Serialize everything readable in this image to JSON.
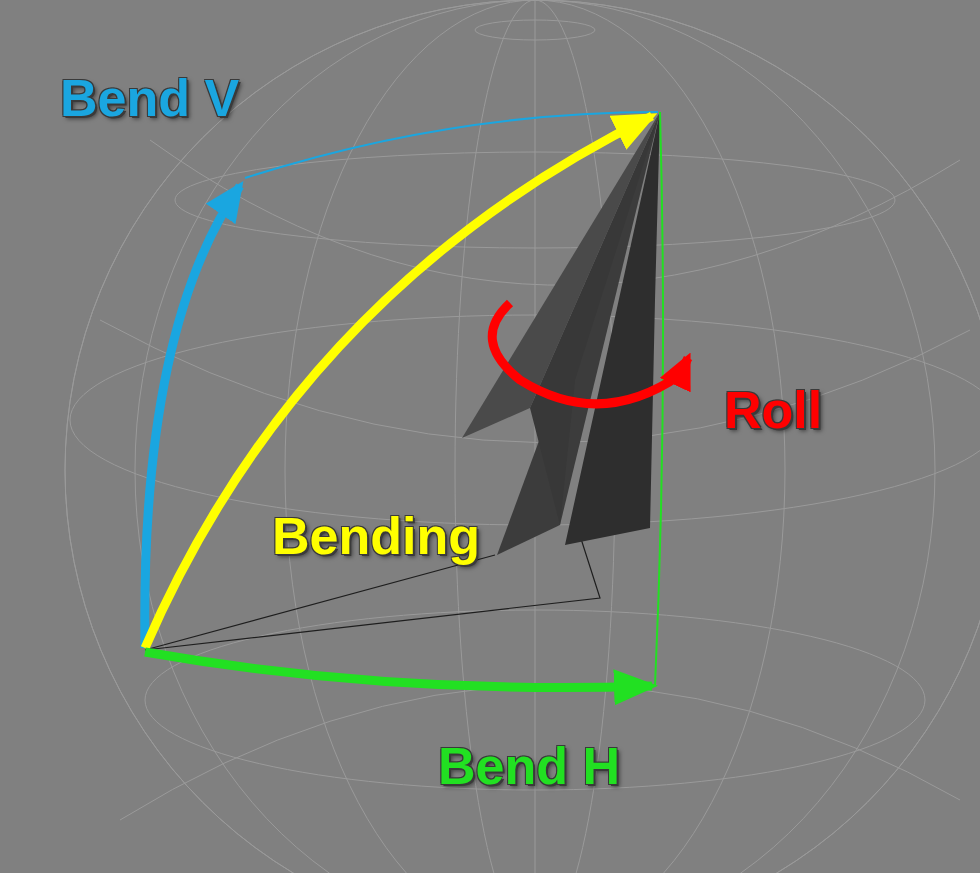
{
  "diagram": {
    "labels": [
      "Bend V",
      "Bending",
      "Roll",
      "Bend H"
    ]
  }
}
